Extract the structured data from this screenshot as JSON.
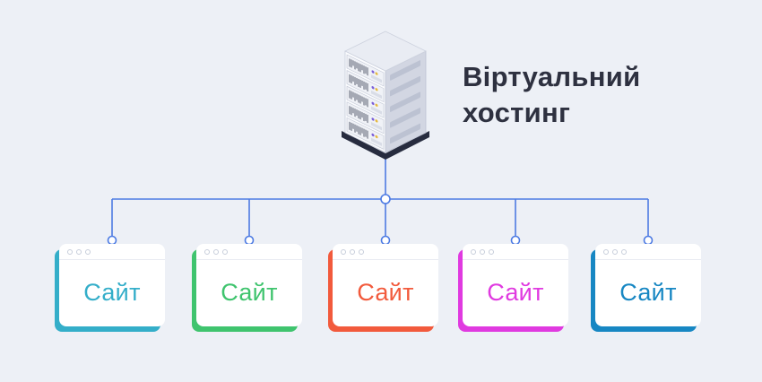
{
  "title": {
    "line1": "Віртуальний",
    "line2": "хостинг"
  },
  "colors": {
    "background": "#edf0f6",
    "connector": "#4d7be3",
    "title-text": "#2e3140"
  },
  "server": {
    "icon": "server-tower"
  },
  "sites": [
    {
      "label": "Сайт",
      "color": "#34aec9"
    },
    {
      "label": "Сайт",
      "color": "#3fc46e"
    },
    {
      "label": "Сайт",
      "color": "#f25a3c"
    },
    {
      "label": "Сайт",
      "color": "#e03ae0"
    },
    {
      "label": "Сайт",
      "color": "#1787c3"
    }
  ]
}
